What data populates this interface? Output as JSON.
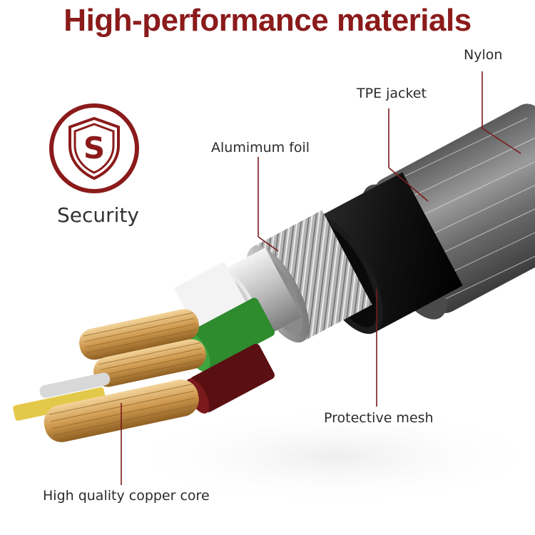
{
  "title": "High-performance materials",
  "badge": {
    "label": "Security",
    "icon": "shield-s-icon",
    "color": "#8b1b1b"
  },
  "callouts": {
    "nylon": "Nylon",
    "tpe_jacket": "TPE jacket",
    "aluminum_foil": "Alumimum foil",
    "protective_mesh": "Protective mesh",
    "copper_core": "High quality copper core"
  },
  "colors": {
    "accent": "#8b1b1b",
    "leader_line": "#7a1a1a",
    "green_wire": "#2e8b2e",
    "red_wire": "#5a0f12",
    "copper": "#d4a25a",
    "yellow_wire": "#e3c94a"
  }
}
